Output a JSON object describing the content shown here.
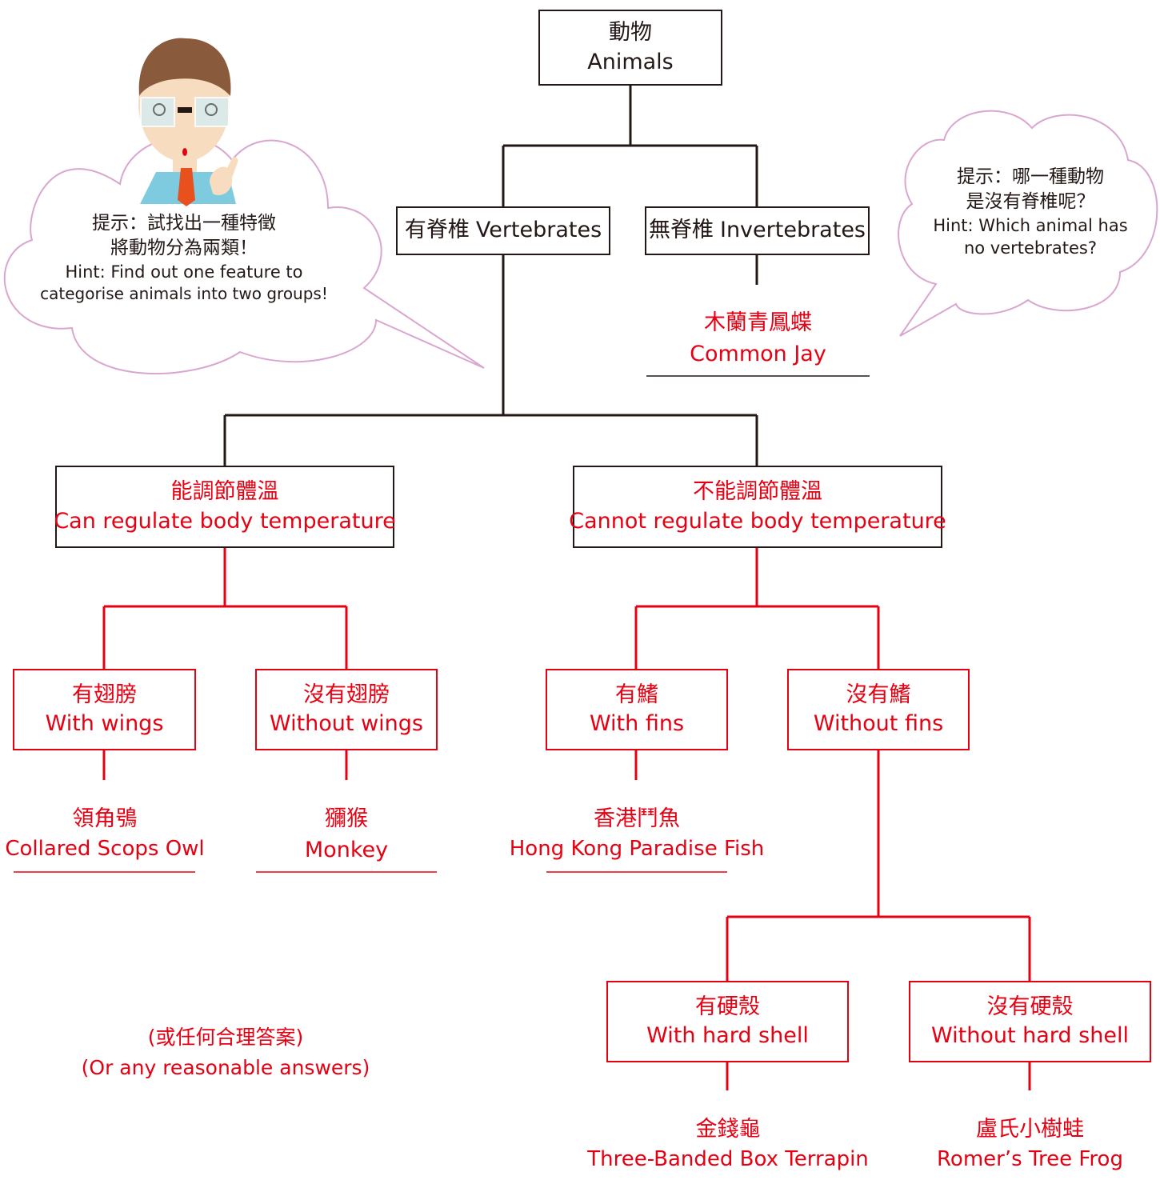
{
  "root": {
    "zh": "動物",
    "en": "Animals"
  },
  "level1": {
    "vertebrates": {
      "zh": "有脊椎",
      "en": "Vertebrates"
    },
    "invertebrates": {
      "zh": "無脊椎",
      "en": "Invertebrates"
    }
  },
  "invertebrate_example": {
    "zh": "木蘭青鳳蝶",
    "en": "Common Jay"
  },
  "level2": {
    "regulate": {
      "zh": "能調節體溫",
      "en": "Can regulate body temperature"
    },
    "not_regulate": {
      "zh": "不能調節體溫",
      "en": "Cannot regulate body temperature"
    }
  },
  "level3": {
    "with_wings": {
      "zh": "有翅膀",
      "en": "With wings"
    },
    "without_wings": {
      "zh": "沒有翅膀",
      "en": "Without wings"
    },
    "with_fins": {
      "zh": "有鰭",
      "en": "With fins"
    },
    "without_fins": {
      "zh": "沒有鰭",
      "en": "Without fins"
    }
  },
  "leaves": {
    "owl": {
      "zh": "領角鴞",
      "en": "Collared Scops Owl"
    },
    "monkey": {
      "zh": "獼猴",
      "en": "Monkey"
    },
    "fish": {
      "zh": "香港鬥魚",
      "en": "Hong Kong Paradise Fish"
    },
    "terrapin": {
      "zh": "金錢龜",
      "en": "Three-Banded Box Terrapin"
    },
    "frog": {
      "zh": "盧氏小樹蛙",
      "en": "Romer’s Tree Frog"
    }
  },
  "level4": {
    "with_shell": {
      "zh": "有硬殼",
      "en": "With hard shell"
    },
    "without_shell": {
      "zh": "沒有硬殼",
      "en": "Without hard shell"
    }
  },
  "hint_left": {
    "zh1": "提示：試找出一種特徵",
    "zh2": "將動物分為兩類！",
    "en1": "Hint: Find out one feature to",
    "en2": "categorise animals into two groups!"
  },
  "hint_right": {
    "zh1": "提示：哪一種動物",
    "zh2": "是沒有脊椎呢？",
    "en1": "Hint: Which animal has",
    "en2": "no vertebrates?"
  },
  "note": {
    "zh": "(或任何合理答案)",
    "en": "(Or any reasonable answers)"
  },
  "colors": {
    "black": "#231815",
    "red": "#e60012",
    "bubble": "#d9a6d0",
    "skin": "#f7dcc0",
    "hair": "#8a5a3c",
    "shirt": "#7ecbe0",
    "tie": "#e8501e"
  },
  "icons": {
    "teacher": "teacher-character-icon"
  }
}
